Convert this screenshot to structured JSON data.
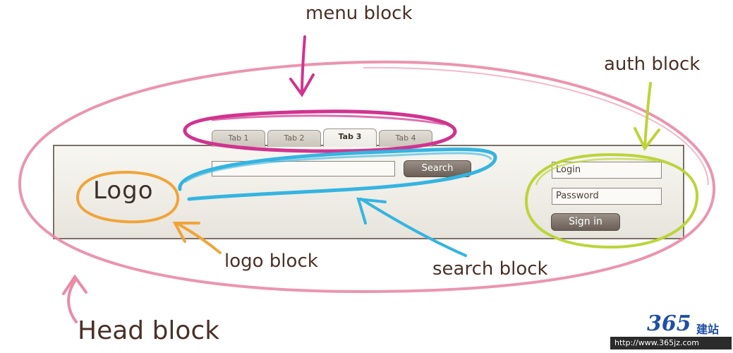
{
  "annotations": {
    "menu_label": "menu block",
    "auth_label": "auth block",
    "logo_label": "logo block",
    "search_label": "search block",
    "head_label": "Head block"
  },
  "header": {
    "logo_text": "Logo",
    "tabs": [
      {
        "label": "Tab 1",
        "active": false
      },
      {
        "label": "Tab 2",
        "active": false
      },
      {
        "label": "Tab 3",
        "active": true
      },
      {
        "label": "Tab 4",
        "active": false
      }
    ],
    "search": {
      "value": "",
      "button_label": "Search"
    },
    "auth": {
      "login_placeholder": "Login",
      "password_placeholder": "Password",
      "signin_label": "Sign in"
    }
  },
  "colors": {
    "menu_highlight": "#d0348f",
    "search_highlight": "#35b4e0",
    "logo_highlight": "#f0a43a",
    "auth_highlight": "#bcd43a",
    "head_highlight": "#e98aa6"
  },
  "watermark": {
    "number": "365",
    "site_name": "建站",
    "url": "http://www.365jz.com"
  }
}
